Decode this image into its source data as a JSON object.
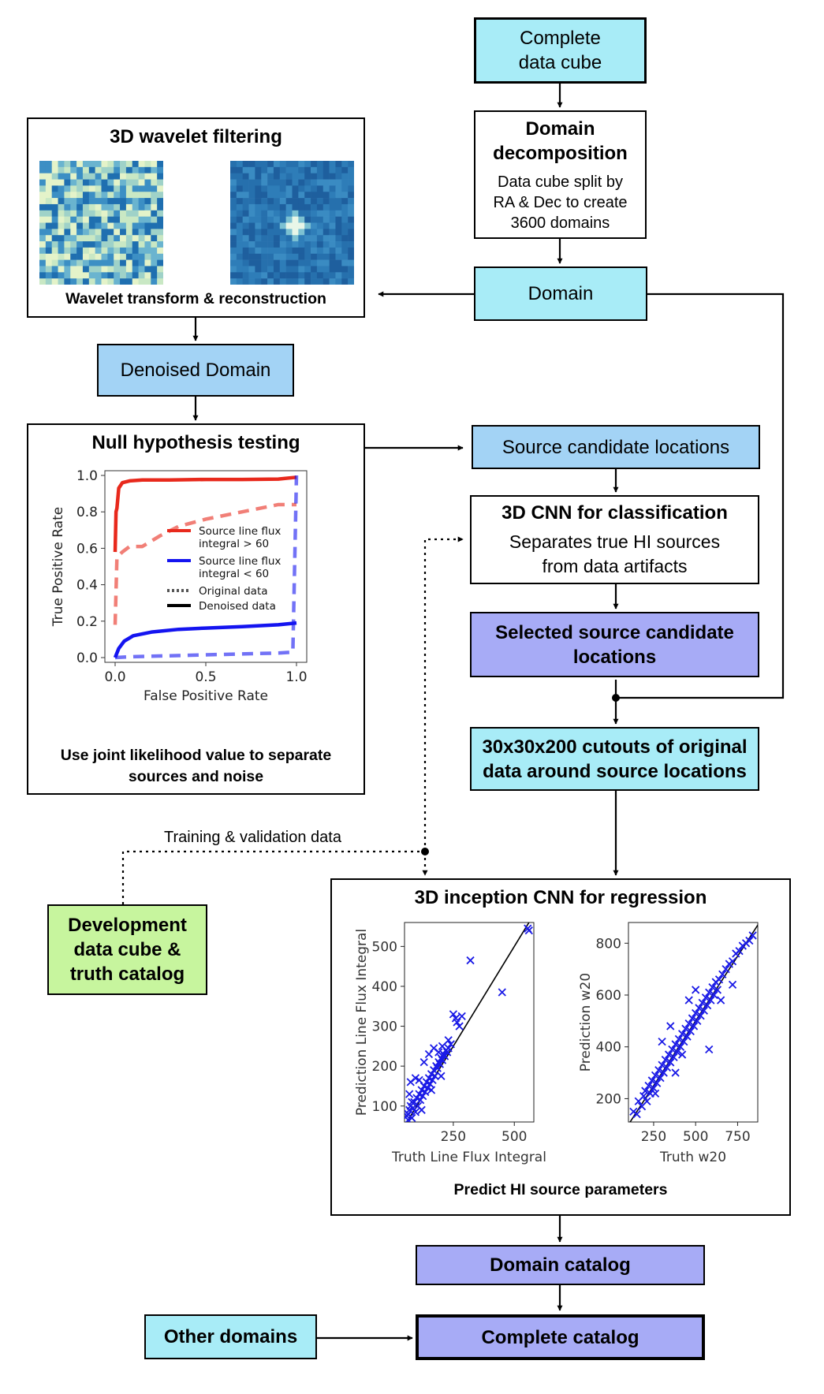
{
  "nodes": {
    "complete_data_cube": "Complete\ndata cube",
    "domain_decomposition_title": "Domain\ndecomposition",
    "domain_decomposition_desc": "Data cube split by\nRA & Dec to create\n3600 domains",
    "domain": "Domain",
    "wavelet_title": "3D wavelet filtering",
    "wavelet_caption": "Wavelet transform & reconstruction",
    "denoised_domain": "Denoised Domain",
    "null_title": "Null hypothesis testing",
    "null_caption": "Use joint likelihood value to separate\nsources and noise",
    "source_candidate_locations": "Source candidate locations",
    "cnn_class_title": "3D CNN for classification",
    "cnn_class_desc": "Separates true HI sources\nfrom data artifacts",
    "selected_source": "Selected source candidate\nlocations",
    "cutouts": "30x30x200 cutouts of original\ndata around source locations",
    "training_label": "Training & validation data",
    "development_cube": "Development\ndata cube &\ntruth catalog",
    "inception_title": "3D inception CNN for regression",
    "inception_caption": "Predict HI source parameters",
    "domain_catalog": "Domain catalog",
    "other_domains": "Other domains",
    "complete_catalog": "Complete catalog"
  },
  "colors": {
    "cyan": "#a8ecf7",
    "light_blue": "#a3d3f5",
    "violet": "#a7abf6",
    "green": "#c7f59e",
    "wavelet_arrow": "#4a9cf0",
    "roc_red": "#e8291c",
    "roc_blue": "#1414f0",
    "scatter_blue": "#1a1ae6"
  },
  "chart_data": [
    {
      "type": "line",
      "xlabel": "False Positive Rate",
      "ylabel": "True Positive Rate",
      "xlim": [
        0,
        1
      ],
      "ylim": [
        0,
        1
      ],
      "xticks": [
        "0.0",
        "0.5",
        "1.0"
      ],
      "yticks": [
        "0.0",
        "0.2",
        "0.4",
        "0.6",
        "0.8",
        "1.0"
      ],
      "grid": false,
      "legend_position": "center-right",
      "legend": [
        "Source line flux\nintegral > 60",
        "Source line flux\nintegral < 60",
        "Original data",
        "Denoised data"
      ],
      "series": [
        {
          "name": "Source line flux integral > 60 (Denoised data)",
          "style": "solid",
          "x": [
            0,
            0.005,
            0.01,
            0.02,
            0.04,
            0.08,
            0.15,
            0.3,
            0.5,
            0.7,
            0.9,
            1.0
          ],
          "y": [
            0.58,
            0.8,
            0.82,
            0.93,
            0.96,
            0.97,
            0.975,
            0.975,
            0.978,
            0.978,
            0.98,
            0.99
          ]
        },
        {
          "name": "Source line flux integral > 60 (Original data)",
          "style": "dashed",
          "x": [
            0,
            0.01,
            0.04,
            0.08,
            0.15,
            0.25,
            0.35,
            0.5,
            0.7,
            0.9,
            1.0
          ],
          "y": [
            0.18,
            0.55,
            0.58,
            0.61,
            0.61,
            0.67,
            0.72,
            0.76,
            0.8,
            0.84,
            0.84
          ]
        },
        {
          "name": "Source line flux integral < 60 (Denoised data)",
          "style": "solid",
          "x": [
            0,
            0.02,
            0.05,
            0.1,
            0.2,
            0.35,
            0.5,
            0.7,
            0.9,
            1.0
          ],
          "y": [
            0.0,
            0.05,
            0.09,
            0.12,
            0.14,
            0.155,
            0.162,
            0.17,
            0.18,
            0.19
          ]
        },
        {
          "name": "Source line flux integral < 60 (Original data)",
          "style": "dashed",
          "x": [
            0,
            0.1,
            0.3,
            0.5,
            0.7,
            0.9,
            0.98,
            1.0
          ],
          "y": [
            0.0,
            0.005,
            0.01,
            0.015,
            0.02,
            0.025,
            0.03,
            1.0
          ]
        }
      ]
    },
    {
      "type": "scatter",
      "xlabel": "Truth Line Flux Integral",
      "ylabel": "Prediction Line Flux Integral",
      "xticks": [
        250,
        500
      ],
      "yticks": [
        100,
        200,
        300,
        400,
        500
      ],
      "xlim": [
        50,
        580
      ],
      "ylim": [
        60,
        560
      ],
      "marker": "x",
      "identity_line": true,
      "points": [
        [
          60,
          75
        ],
        [
          65,
          80
        ],
        [
          70,
          90
        ],
        [
          75,
          100
        ],
        [
          80,
          70
        ],
        [
          85,
          95
        ],
        [
          90,
          110
        ],
        [
          95,
          85
        ],
        [
          100,
          120
        ],
        [
          105,
          100
        ],
        [
          110,
          130
        ],
        [
          115,
          115
        ],
        [
          120,
          140
        ],
        [
          125,
          125
        ],
        [
          130,
          150
        ],
        [
          135,
          135
        ],
        [
          140,
          160
        ],
        [
          145,
          145
        ],
        [
          150,
          170
        ],
        [
          155,
          155
        ],
        [
          160,
          180
        ],
        [
          165,
          165
        ],
        [
          170,
          190
        ],
        [
          175,
          175
        ],
        [
          180,
          200
        ],
        [
          185,
          195
        ],
        [
          190,
          210
        ],
        [
          195,
          205
        ],
        [
          200,
          220
        ],
        [
          205,
          215
        ],
        [
          210,
          230
        ],
        [
          215,
          225
        ],
        [
          220,
          240
        ],
        [
          225,
          235
        ],
        [
          230,
          245
        ],
        [
          240,
          255
        ],
        [
          250,
          330
        ],
        [
          260,
          320
        ],
        [
          265,
          310
        ],
        [
          275,
          300
        ],
        [
          285,
          325
        ],
        [
          320,
          465
        ],
        [
          450,
          385
        ],
        [
          555,
          545
        ],
        [
          560,
          540
        ],
        [
          70,
          130
        ],
        [
          75,
          160
        ],
        [
          95,
          170
        ],
        [
          110,
          165
        ],
        [
          130,
          210
        ],
        [
          150,
          230
        ],
        [
          170,
          245
        ],
        [
          190,
          235
        ],
        [
          205,
          250
        ],
        [
          230,
          265
        ],
        [
          120,
          90
        ],
        [
          160,
          140
        ],
        [
          200,
          175
        ],
        [
          65,
          65
        ],
        [
          80,
          110
        ]
      ]
    },
    {
      "type": "scatter",
      "xlabel": "Truth w20",
      "ylabel": "Prediction w20",
      "xticks": [
        250,
        500,
        750
      ],
      "yticks": [
        200,
        400,
        600,
        800
      ],
      "xlim": [
        100,
        870
      ],
      "ylim": [
        110,
        880
      ],
      "marker": "x",
      "identity_line": true,
      "points": [
        [
          130,
          150
        ],
        [
          150,
          140
        ],
        [
          160,
          190
        ],
        [
          180,
          170
        ],
        [
          190,
          210
        ],
        [
          200,
          230
        ],
        [
          210,
          190
        ],
        [
          220,
          250
        ],
        [
          230,
          220
        ],
        [
          240,
          270
        ],
        [
          250,
          240
        ],
        [
          260,
          290
        ],
        [
          270,
          260
        ],
        [
          280,
          310
        ],
        [
          290,
          280
        ],
        [
          300,
          330
        ],
        [
          310,
          300
        ],
        [
          320,
          350
        ],
        [
          330,
          320
        ],
        [
          340,
          370
        ],
        [
          350,
          340
        ],
        [
          360,
          390
        ],
        [
          370,
          360
        ],
        [
          380,
          410
        ],
        [
          390,
          380
        ],
        [
          400,
          430
        ],
        [
          410,
          400
        ],
        [
          420,
          450
        ],
        [
          430,
          420
        ],
        [
          440,
          470
        ],
        [
          450,
          440
        ],
        [
          460,
          490
        ],
        [
          470,
          460
        ],
        [
          480,
          510
        ],
        [
          490,
          480
        ],
        [
          500,
          530
        ],
        [
          510,
          500
        ],
        [
          520,
          550
        ],
        [
          530,
          520
        ],
        [
          540,
          570
        ],
        [
          550,
          540
        ],
        [
          560,
          590
        ],
        [
          570,
          560
        ],
        [
          580,
          610
        ],
        [
          590,
          580
        ],
        [
          600,
          630
        ],
        [
          610,
          600
        ],
        [
          620,
          650
        ],
        [
          630,
          620
        ],
        [
          640,
          660
        ],
        [
          660,
          680
        ],
        [
          680,
          700
        ],
        [
          700,
          720
        ],
        [
          720,
          730
        ],
        [
          740,
          760
        ],
        [
          760,
          770
        ],
        [
          780,
          790
        ],
        [
          800,
          800
        ],
        [
          820,
          810
        ],
        [
          840,
          830
        ],
        [
          580,
          390
        ],
        [
          460,
          580
        ],
        [
          420,
          370
        ],
        [
          300,
          420
        ],
        [
          380,
          300
        ],
        [
          500,
          620
        ],
        [
          650,
          580
        ],
        [
          720,
          640
        ],
        [
          350,
          480
        ],
        [
          260,
          220
        ]
      ]
    }
  ]
}
